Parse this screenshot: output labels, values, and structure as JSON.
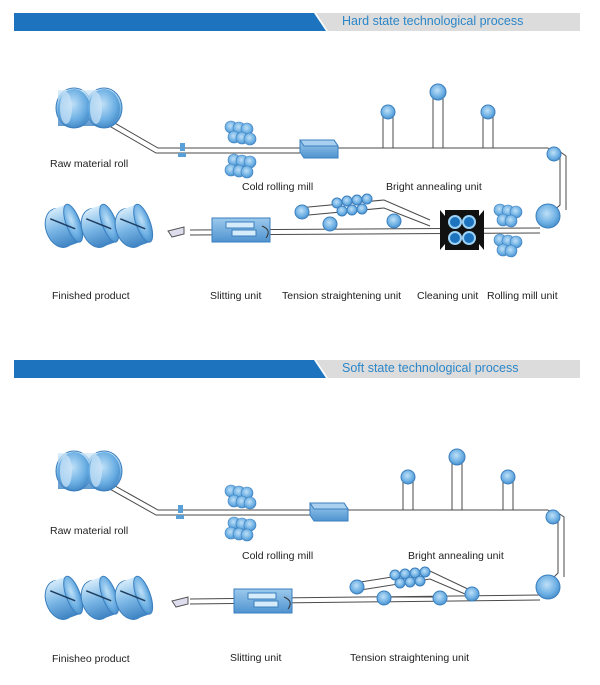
{
  "colors": {
    "accent_blue": "#1e73be",
    "header_gray": "#dcdcdc",
    "title_blue": "#2b86c8",
    "roller_blue": "#5aa0d8",
    "roller_light": "#a9d0ef",
    "unit_dark": "#111111"
  },
  "panels": [
    {
      "title": "Hard state technological process",
      "labels": {
        "raw_material_roll": "Raw material roll",
        "cold_rolling_mill": "Cold rolling mill",
        "bright_annealing_unit": "Bright annealing unit",
        "finished_product": "Finished product",
        "slitting_unit": "Slitting unit",
        "tension_straightening_unit": "Tension straightening unit",
        "cleaning_unit": "Cleaning unit",
        "rolling_mill_unit": "Rolling mill unit"
      }
    },
    {
      "title": "Soft state technological process",
      "labels": {
        "raw_material_roll": "Raw material roll",
        "cold_rolling_mill": "Cold rolling mill",
        "bright_annealing_unit": "Bright annealing unit",
        "finished_product": "Finisheo product",
        "slitting_unit": "Slitting unit",
        "tension_straightening_unit": "Tension straightening unit"
      }
    }
  ]
}
